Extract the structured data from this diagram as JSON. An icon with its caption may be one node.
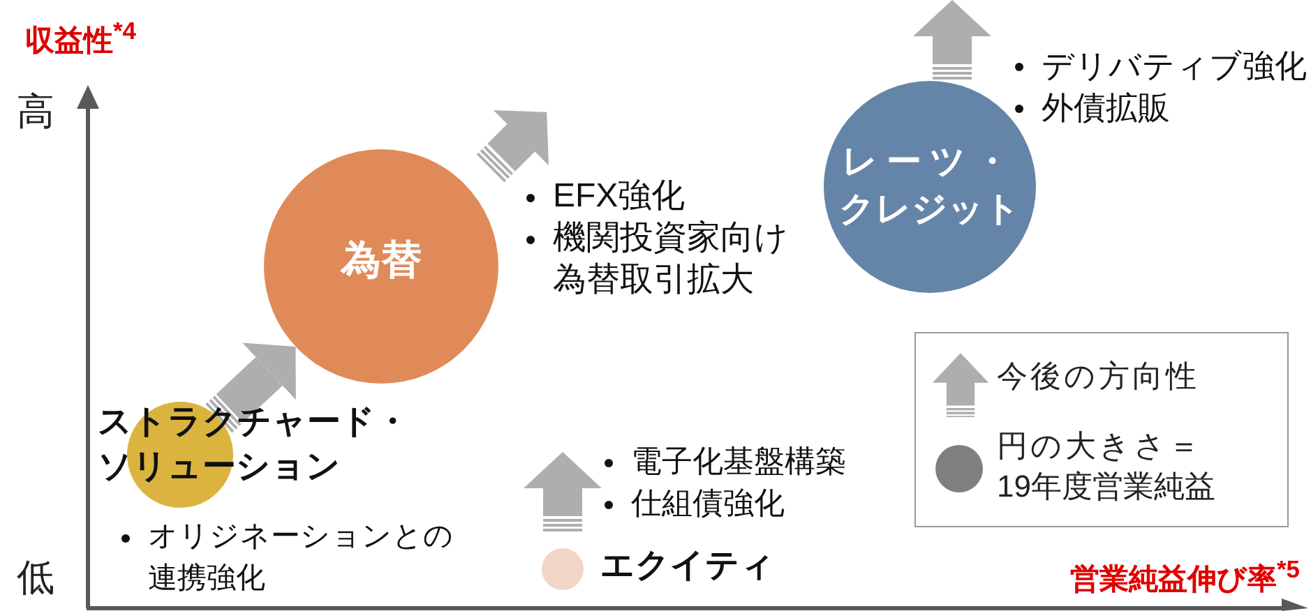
{
  "diagram": {
    "nodes": [
      {
        "text": [
          "為替"
        ]
      },
      {
        "text": [
          "レーツ・クレジット"
        ]
      },
      {
        "text": [
          "ストラクチャード・ソリューション"
        ]
      },
      {
        "text": [
          "エクイティ"
        ]
      }
    ],
    "edges": [
      {
        "from": 2,
        "to": 0,
        "arrow": "to"
      }
    ],
    "labels": [
      "収益性$^{*4}$",
      "高",
      "低",
      "営業純益伸び率$^{*5}$",
      "デリバティブ強化",
      "外債拡販",
      "EFX強化",
      "機関投資家向け為替取引拡大",
      "電子化基盤構築",
      "仕組債強化",
      "オリジネーションとの連携強化"
    ],
    "legend": [
      {
        "text": "今後の方向性"
      },
      {
        "text": "円の大きさ＝19年度営業純益",
        "color": "#7f7f7f"
      }
    ]
  }
}
